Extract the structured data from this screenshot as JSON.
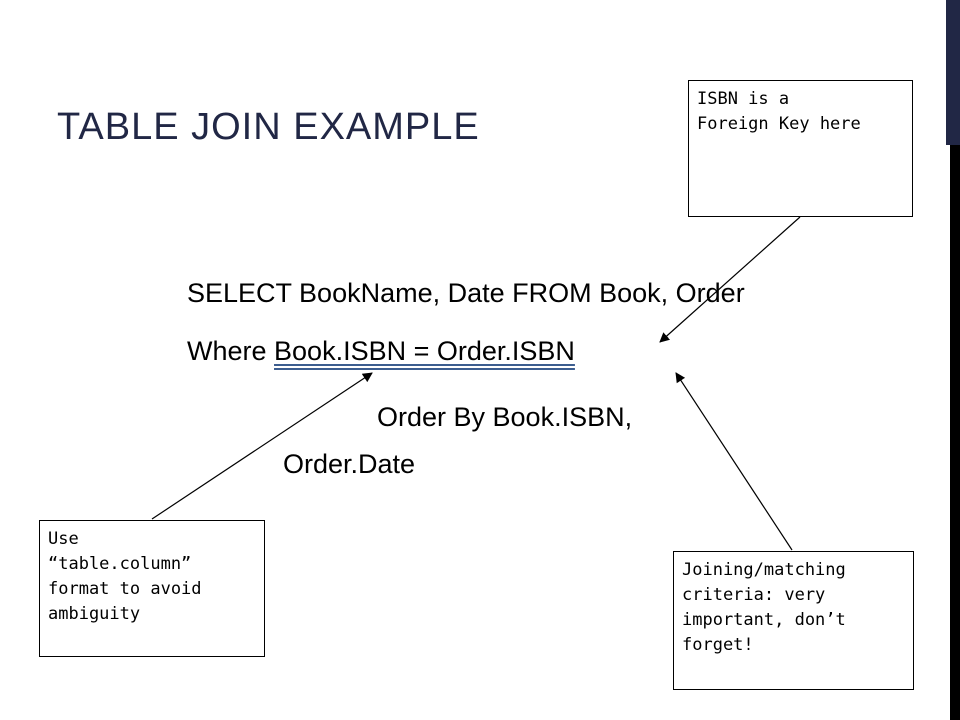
{
  "slide": {
    "title": "TABLE JOIN EXAMPLE",
    "accent_color": "#212745",
    "sql": {
      "line1": "SELECT BookName, Date FROM Book, Order",
      "line2_prefix": "Where ",
      "line2_condition": "Book.ISBN = Order.ISBN",
      "line3": "Order By Book.ISBN,",
      "line4": "Order.Date"
    },
    "callouts": {
      "foreign_key": "ISBN is a\nForeign Key here",
      "table_column": "Use\n“table.column”\nformat to avoid\nambiguity",
      "join_criteria": "Joining/matching\ncriteria: very\nimportant, don’t\nforget!"
    }
  }
}
